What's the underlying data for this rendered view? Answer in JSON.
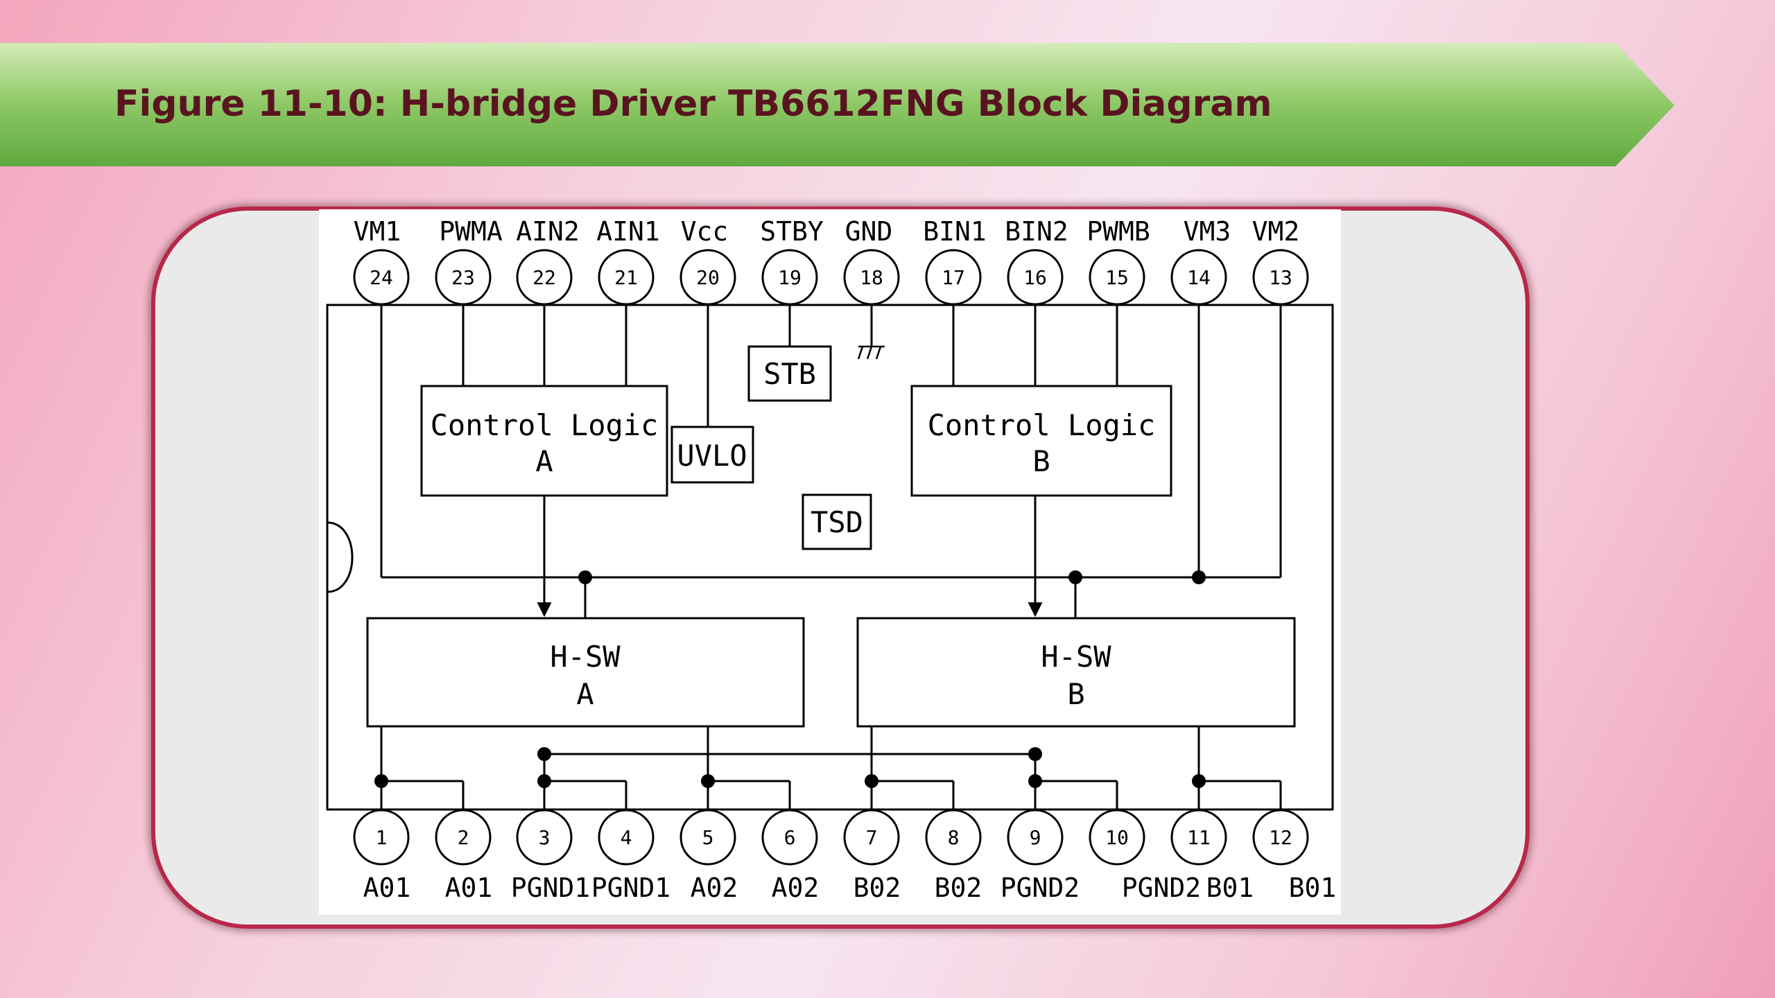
{
  "title": "Figure 11-10: H-bridge Driver TB6612FNG Block Diagram",
  "colors": {
    "banner_light": "#cfe8b2",
    "banner_dark": "#6ab04c",
    "title_text": "#5a1420",
    "card_border": "#b7284a",
    "card_fill": "#eaeaea"
  },
  "diagram": {
    "top_pins": [
      {
        "number": "24",
        "label": "VM1"
      },
      {
        "number": "23",
        "label": "PWMA"
      },
      {
        "number": "22",
        "label": "AIN2"
      },
      {
        "number": "21",
        "label": "AIN1"
      },
      {
        "number": "20",
        "label": "Vcc"
      },
      {
        "number": "19",
        "label": "STBY"
      },
      {
        "number": "18",
        "label": "GND"
      },
      {
        "number": "17",
        "label": "BIN1"
      },
      {
        "number": "16",
        "label": "BIN2"
      },
      {
        "number": "15",
        "label": "PWMB"
      },
      {
        "number": "14",
        "label": "VM3"
      },
      {
        "number": "13",
        "label": "VM2"
      }
    ],
    "bottom_pins": [
      {
        "number": "1",
        "label": "A01"
      },
      {
        "number": "2",
        "label": "A01"
      },
      {
        "number": "3",
        "label": "PGND1"
      },
      {
        "number": "4",
        "label": "PGND1"
      },
      {
        "number": "5",
        "label": "A02"
      },
      {
        "number": "6",
        "label": "A02"
      },
      {
        "number": "7",
        "label": "B02"
      },
      {
        "number": "8",
        "label": "B02"
      },
      {
        "number": "9",
        "label": "PGND2"
      },
      {
        "number": "10",
        "label": ""
      },
      {
        "number": "11",
        "label": "PGND2"
      },
      {
        "number": "12",
        "label": "B01"
      },
      {
        "number": "",
        "label": "B01"
      }
    ],
    "blocks": {
      "control_a": {
        "line1": "Control Logic",
        "line2": "A"
      },
      "control_b": {
        "line1": "Control Logic",
        "line2": "B"
      },
      "uvlo": "UVLO",
      "stb": "STB",
      "tsd": "TSD",
      "hsw_a": {
        "line1": "H-SW",
        "line2": "A"
      },
      "hsw_b": {
        "line1": "H-SW",
        "line2": "B"
      }
    }
  }
}
